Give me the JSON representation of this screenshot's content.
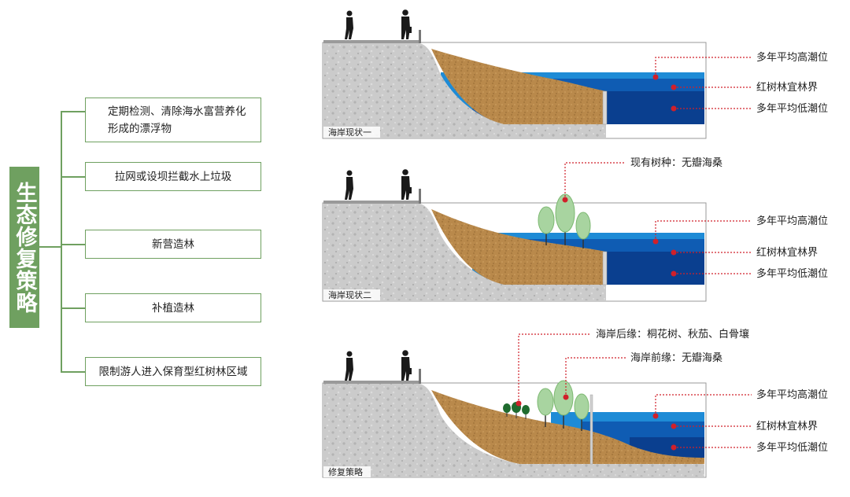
{
  "title": "生态修复策略",
  "strategies": [
    "定期检测、清除海水富营养化形成的漂浮物",
    "拉网或设坝拦截水上垃圾",
    "新营造林",
    "补植造林",
    "限制游人进入保育型红树林区域"
  ],
  "panels": [
    {
      "caption": "海岸现状一",
      "labels": [
        "多年平均高潮位",
        "红树林宜林界",
        "多年平均低潮位"
      ]
    },
    {
      "caption": "海岸现状二",
      "species": "现有树种：无瓣海桑",
      "labels": [
        "多年平均高潮位",
        "红树林宜林界",
        "多年平均低潮位"
      ]
    },
    {
      "caption": "修复策略",
      "back_edge": "海岸后缘：桐花树、秋茄、白骨壤",
      "front_edge": "海岸前缘：无瓣海桑",
      "labels": [
        "多年平均高潮位",
        "红树林宜林界",
        "多年平均低潮位"
      ]
    }
  ],
  "colors": {
    "green": "#6fa060",
    "concrete": "#c8c8c8",
    "soil": "#b8894a",
    "water_light": "#1e8bd6",
    "water_dark": "#0a3f8f",
    "marker": "#d0202a"
  }
}
